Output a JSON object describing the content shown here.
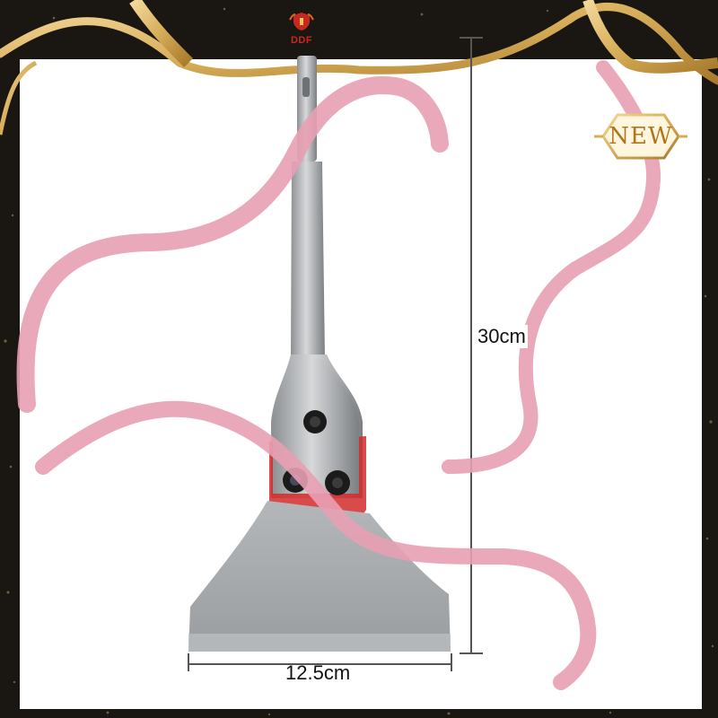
{
  "brand": {
    "logo_text": "DDF",
    "accent": "#c8281e"
  },
  "badge": {
    "label": "NEW",
    "color": "#d9a94a"
  },
  "dimensions": {
    "height": "30cm",
    "width": "12.5cm"
  },
  "colors": {
    "ribbon": "#e8a0b4",
    "gold": "#d6ad58",
    "frame": "#1a1712",
    "blade": "#a9acae"
  }
}
